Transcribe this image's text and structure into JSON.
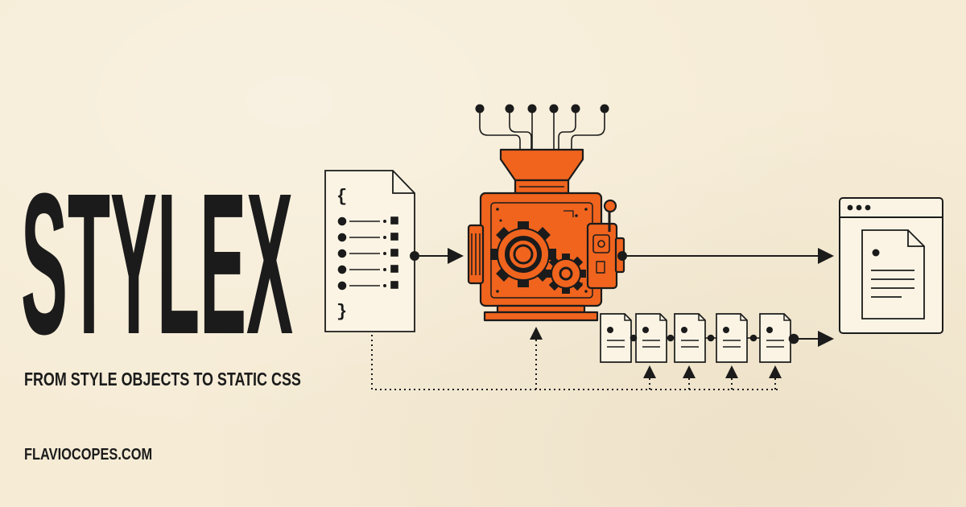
{
  "title": "STYLEX",
  "subtitle": "FROM STYLE OBJECTS TO STATIC CSS",
  "site": "FLAVIOCOPES.COM",
  "source_file": {
    "open_brace": "{",
    "close_brace": "}"
  },
  "colors": {
    "background": "#f6ecd6",
    "ink": "#1b1b1b",
    "machine": "#f0641e",
    "machine_dark": "#c4470c"
  },
  "icons": [
    "source-file-icon",
    "compiler-machine-icon",
    "gear-icon",
    "lever-icon",
    "css-chunk-icon",
    "browser-window-icon",
    "document-icon"
  ]
}
